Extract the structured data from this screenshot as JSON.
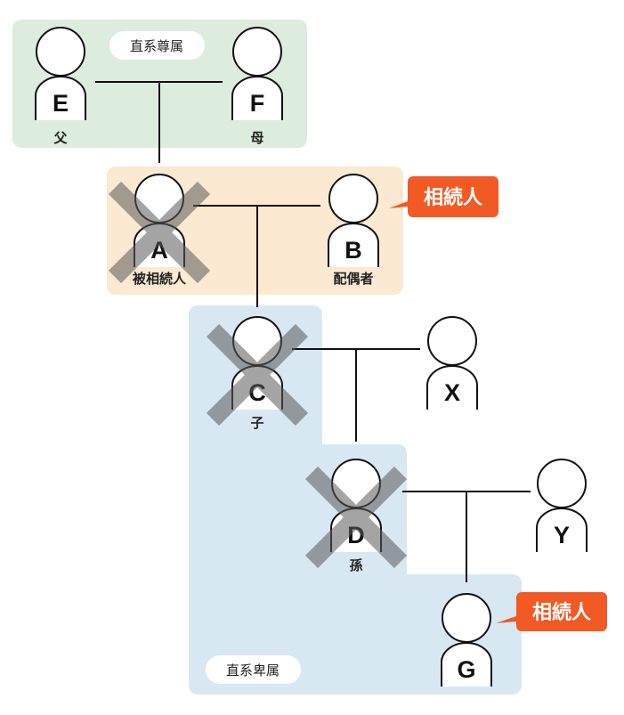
{
  "colors": {
    "ascendant_bg": "#dcecdd",
    "spouse_bg": "#fbe9d2",
    "descendant_bg": "#d8e8f3",
    "heir_badge": "#f15a24",
    "cross_mark": "#7f7f7f",
    "line": "#111111"
  },
  "groups": {
    "ascendant": {
      "label": "直系尊属"
    },
    "descendant": {
      "label": "直系卑属"
    }
  },
  "persons": [
    {
      "id": "E",
      "letter": "E",
      "role": "父",
      "deceased": false
    },
    {
      "id": "F",
      "letter": "F",
      "role": "母",
      "deceased": false
    },
    {
      "id": "A",
      "letter": "A",
      "role": "被相続人",
      "deceased": true
    },
    {
      "id": "B",
      "letter": "B",
      "role": "配偶者",
      "deceased": false
    },
    {
      "id": "C",
      "letter": "C",
      "role": "子",
      "deceased": true
    },
    {
      "id": "X",
      "letter": "X",
      "role": "",
      "deceased": false
    },
    {
      "id": "D",
      "letter": "D",
      "role": "孫",
      "deceased": true
    },
    {
      "id": "Y",
      "letter": "Y",
      "role": "",
      "deceased": false
    },
    {
      "id": "G",
      "letter": "G",
      "role": "",
      "deceased": false
    }
  ],
  "heir_badges": [
    {
      "target": "B",
      "label": "相続人"
    },
    {
      "target": "G",
      "label": "相続人"
    }
  ],
  "relations": [
    {
      "type": "marriage",
      "a": "E",
      "b": "F",
      "child": "A"
    },
    {
      "type": "marriage",
      "a": "A",
      "b": "B",
      "child": "C"
    },
    {
      "type": "marriage",
      "a": "C",
      "b": "X",
      "child": "D"
    },
    {
      "type": "marriage",
      "a": "D",
      "b": "Y",
      "child": "G"
    }
  ]
}
